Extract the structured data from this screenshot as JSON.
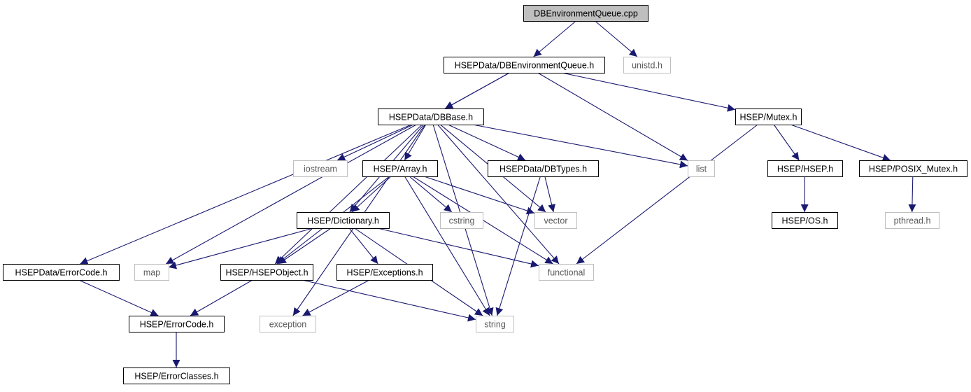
{
  "colors": {
    "edge": "#191970",
    "node_border": "#000000",
    "external_border": "#bfbfbf",
    "root_fill": "#bfbfbf",
    "background": "#ffffff"
  },
  "nodes": [
    {
      "id": "root",
      "label": "DBEnvironmentQueue.cpp",
      "kind": "root"
    },
    {
      "id": "dbeq",
      "label": "HSEPData/DBEnvironmentQueue.h",
      "kind": "internal"
    },
    {
      "id": "unistd",
      "label": "unistd.h",
      "kind": "external"
    },
    {
      "id": "dbbase",
      "label": "HSEPData/DBBase.h",
      "kind": "internal"
    },
    {
      "id": "mutex",
      "label": "HSEP/Mutex.h",
      "kind": "internal"
    },
    {
      "id": "iostream",
      "label": "iostream",
      "kind": "external"
    },
    {
      "id": "array",
      "label": "HSEP/Array.h",
      "kind": "internal"
    },
    {
      "id": "dbtypes",
      "label": "HSEPData/DBTypes.h",
      "kind": "internal"
    },
    {
      "id": "list",
      "label": "list",
      "kind": "external"
    },
    {
      "id": "hseph",
      "label": "HSEP/HSEP.h",
      "kind": "internal"
    },
    {
      "id": "posix",
      "label": "HSEP/POSIX_Mutex.h",
      "kind": "internal"
    },
    {
      "id": "dictionary",
      "label": "HSEP/Dictionary.h",
      "kind": "internal"
    },
    {
      "id": "cstring",
      "label": "cstring",
      "kind": "external"
    },
    {
      "id": "vector",
      "label": "vector",
      "kind": "external"
    },
    {
      "id": "os",
      "label": "HSEP/OS.h",
      "kind": "internal"
    },
    {
      "id": "pthread",
      "label": "pthread.h",
      "kind": "external"
    },
    {
      "id": "dataerrorcode",
      "label": "HSEPData/ErrorCode.h",
      "kind": "internal"
    },
    {
      "id": "map",
      "label": "map",
      "kind": "external"
    },
    {
      "id": "hsepobject",
      "label": "HSEP/HSEPObject.h",
      "kind": "internal"
    },
    {
      "id": "exceptions",
      "label": "HSEP/Exceptions.h",
      "kind": "internal"
    },
    {
      "id": "functional",
      "label": "functional",
      "kind": "external"
    },
    {
      "id": "errorcode",
      "label": "HSEP/ErrorCode.h",
      "kind": "internal"
    },
    {
      "id": "exception",
      "label": "exception",
      "kind": "external"
    },
    {
      "id": "string",
      "label": "string",
      "kind": "external"
    },
    {
      "id": "errorclasses",
      "label": "HSEP/ErrorClasses.h",
      "kind": "internal"
    }
  ],
  "edges": [
    {
      "from": "root",
      "to": "dbeq"
    },
    {
      "from": "root",
      "to": "unistd"
    },
    {
      "from": "dbeq",
      "to": "map"
    },
    {
      "from": "dbeq",
      "to": "dbbase"
    },
    {
      "from": "dbeq",
      "to": "list"
    },
    {
      "from": "dbeq",
      "to": "mutex"
    },
    {
      "from": "dbbase",
      "to": "dataerrorcode"
    },
    {
      "from": "dbbase",
      "to": "exception"
    },
    {
      "from": "dbbase",
      "to": "hsepobject"
    },
    {
      "from": "dbbase",
      "to": "dictionary"
    },
    {
      "from": "dbbase",
      "to": "iostream"
    },
    {
      "from": "dbbase",
      "to": "array"
    },
    {
      "from": "dbbase",
      "to": "vector"
    },
    {
      "from": "dbbase",
      "to": "dbtypes"
    },
    {
      "from": "dbbase",
      "to": "functional"
    },
    {
      "from": "dbbase",
      "to": "list"
    },
    {
      "from": "dbbase",
      "to": "string"
    },
    {
      "from": "mutex",
      "to": "functional"
    },
    {
      "from": "mutex",
      "to": "hseph"
    },
    {
      "from": "mutex",
      "to": "posix"
    },
    {
      "from": "array",
      "to": "hsepobject"
    },
    {
      "from": "array",
      "to": "dictionary"
    },
    {
      "from": "array",
      "to": "cstring"
    },
    {
      "from": "array",
      "to": "vector"
    },
    {
      "from": "array",
      "to": "functional"
    },
    {
      "from": "array",
      "to": "string"
    },
    {
      "from": "dbtypes",
      "to": "vector"
    },
    {
      "from": "dbtypes",
      "to": "string"
    },
    {
      "from": "hseph",
      "to": "os"
    },
    {
      "from": "posix",
      "to": "pthread"
    },
    {
      "from": "dictionary",
      "to": "map"
    },
    {
      "from": "dictionary",
      "to": "hsepobject"
    },
    {
      "from": "dictionary",
      "to": "exceptions"
    },
    {
      "from": "dictionary",
      "to": "functional"
    },
    {
      "from": "dictionary",
      "to": "string"
    },
    {
      "from": "dataerrorcode",
      "to": "errorcode"
    },
    {
      "from": "hsepobject",
      "to": "errorcode"
    },
    {
      "from": "hsepobject",
      "to": "string"
    },
    {
      "from": "exceptions",
      "to": "exception"
    },
    {
      "from": "errorcode",
      "to": "errorclasses"
    }
  ]
}
